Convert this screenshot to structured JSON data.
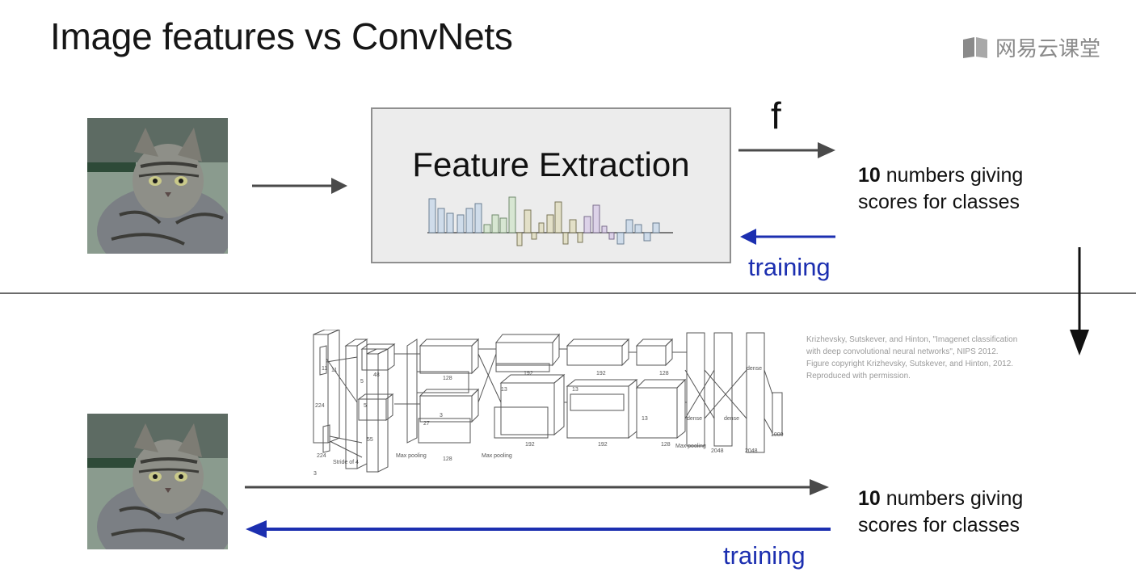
{
  "slide": {
    "title": "Image features vs ConvNets",
    "watermark": "网易云课堂"
  },
  "top_pipeline": {
    "feature_box_label": "Feature Extraction",
    "function_label": "f",
    "scores_bold": "10",
    "scores_line1_rest": " numbers giving",
    "scores_line2": "scores for classes",
    "training_label": "training"
  },
  "bottom_pipeline": {
    "scores_bold": "10",
    "scores_line1_rest": " numbers giving",
    "scores_line2": "scores for classes",
    "training_label": "training"
  },
  "alexnet_figure": {
    "labels": [
      "224",
      "224",
      "11",
      "11",
      "5",
      "5",
      "3",
      "3",
      "48",
      "128",
      "192",
      "192",
      "128",
      "2048",
      "2048",
      "dense",
      "dense",
      "dense",
      "1000",
      "Stride of 4",
      "Max pooling",
      "Max pooling",
      "Max pooling",
      "55",
      "27",
      "13",
      "13",
      "13",
      "128",
      "192",
      "192",
      "128"
    ]
  },
  "citation": {
    "lines": [
      "Krizhevsky, Sutskever, and Hinton, \"Imagenet classification",
      "with deep convolutional neural networks\", NIPS 2012.",
      "Figure copyright Krizhevsky, Sutskever, and Hinton, 2012.",
      "Reproduced with permission."
    ]
  },
  "colors": {
    "arrow_gray": "#4a4a4a",
    "arrow_blue": "#1c2fb0",
    "box_fill": "#ececec"
  }
}
